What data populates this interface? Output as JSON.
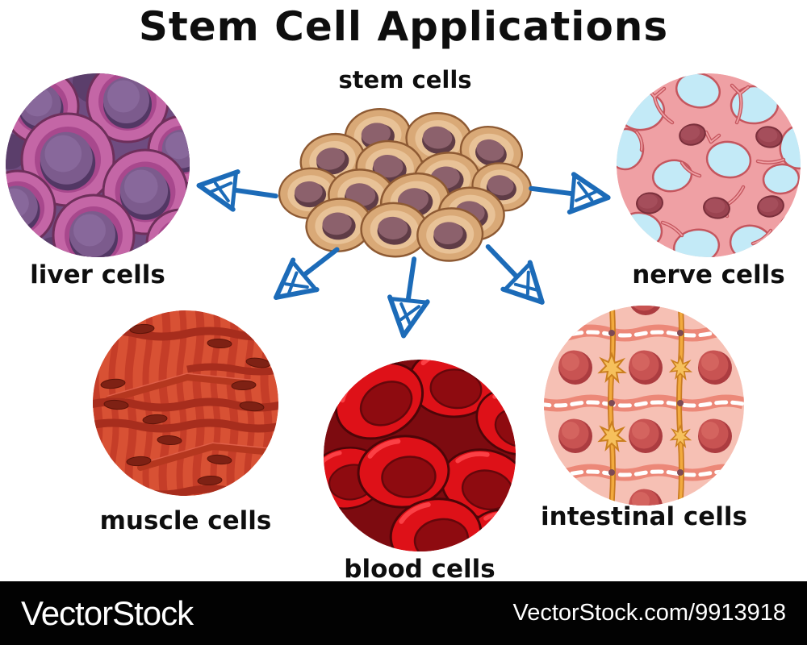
{
  "title": "Stem Cell Applications",
  "diagram": {
    "center_label": "stem cells",
    "nodes": [
      {
        "id": "liver",
        "label": "liver cells"
      },
      {
        "id": "nerve",
        "label": "nerve cells"
      },
      {
        "id": "muscle",
        "label": "muscle cells"
      },
      {
        "id": "blood",
        "label": "blood cells"
      },
      {
        "id": "intestinal",
        "label": "intestinal cells"
      }
    ],
    "arrows": [
      "to-liver",
      "to-nerve",
      "to-muscle",
      "to-blood",
      "to-intestinal"
    ]
  },
  "watermark": {
    "brand": "VectorStock",
    "item": "VectorStock.com/9913918"
  },
  "palette": {
    "background": "#FFFFFF",
    "arrow_blue": "#1C6BB8",
    "stem_cell_body": "#D9A977",
    "stem_cell_inner": "#E8C297",
    "stem_cell_nucleus": "#8C616C",
    "liver_ring_pink": "#C466A6",
    "liver_nucleus_purple": "#7C5B8D",
    "nerve_background_blue": "#C3EAF7",
    "nerve_tissue_pink": "#EFA0A4",
    "nerve_nucleus_maroon": "#9A4350",
    "muscle_red": "#D85134",
    "muscle_band_dark": "#A72D1D",
    "muscle_nucleus": "#7E2114",
    "blood_cell_red": "#DE1118",
    "blood_background_dark": "#7D0B10",
    "intestinal_pink": "#F6C0B4",
    "intestinal_border": "#EC8878",
    "intestinal_junction_orange": "#F2AA3E",
    "intestinal_nucleus": "#C85352",
    "watermark_bg": "#000000",
    "watermark_text": "#FFFFFF"
  }
}
